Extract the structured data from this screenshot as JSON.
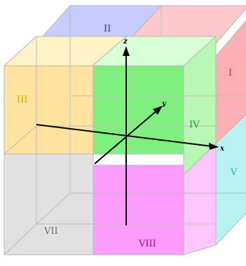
{
  "diagram": {
    "axes": {
      "x": "x",
      "y": "y",
      "z": "z"
    },
    "octants": [
      {
        "id": "I",
        "label": "I",
        "color": "#ff9da0"
      },
      {
        "id": "II",
        "label": "II",
        "color": "#9fa6ff"
      },
      {
        "id": "III",
        "label": "III",
        "color": "#ffe29a"
      },
      {
        "id": "IV",
        "label": "IV",
        "color": "#74f27a"
      },
      {
        "id": "V",
        "label": "V",
        "color": "#8ff0f0"
      },
      {
        "id": "VII",
        "label": "VII",
        "color": "#c9c9c9"
      },
      {
        "id": "VIII",
        "label": "VIII",
        "color": "#ff90ff"
      }
    ],
    "colors": {
      "edge": "#b9b9b9",
      "axis": "#000000",
      "label_I": "#e23a3a",
      "label_II": "#3232d2",
      "label_III": "#e0a800",
      "label_IV": "#1c9c1c",
      "label_V": "#21b2c6",
      "label_VII": "#6e6e6e",
      "label_VIII": "#b000b0"
    }
  }
}
